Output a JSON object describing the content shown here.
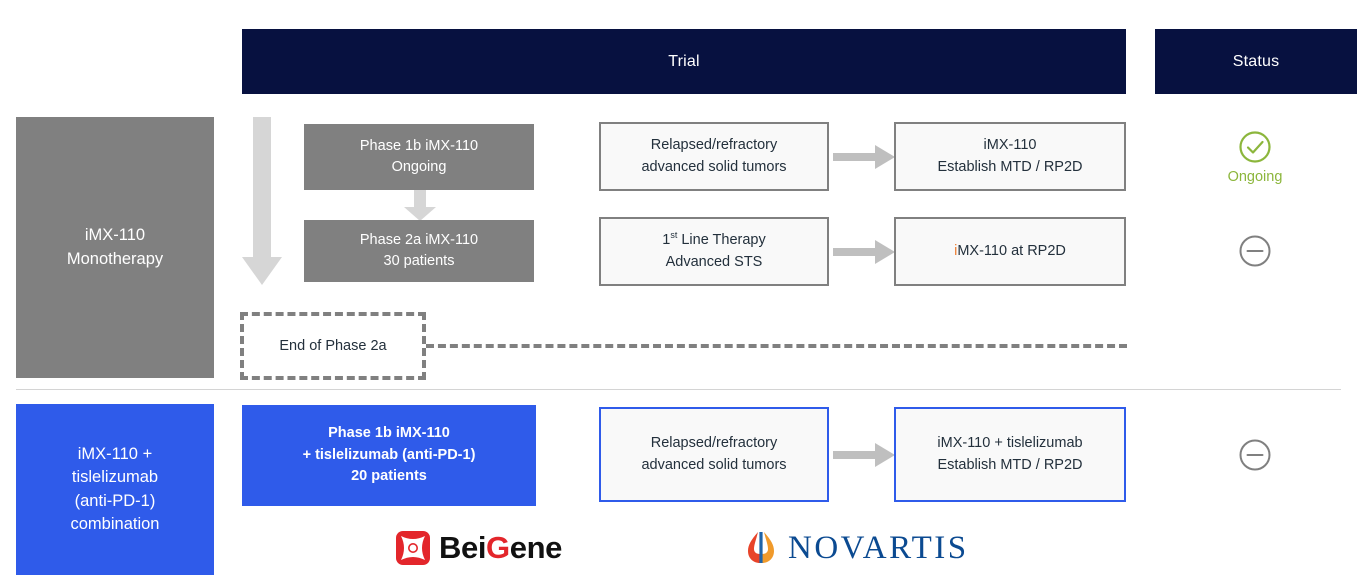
{
  "headers": {
    "trial": "Trial",
    "status": "Status"
  },
  "colors": {
    "header_navy": "#071140",
    "mono_gray": "#808080",
    "combo_blue": "#2F5BEA",
    "accent_orange": "#ED7D31",
    "status_green": "#8CB63C",
    "arrow_gray": "#BFBFBF",
    "box_border_gray": "#808080",
    "divider": "#D4D4D4"
  },
  "rows": [
    {
      "program_label_lines": [
        "iMX-110",
        "Monotherapy"
      ],
      "phases": [
        {
          "lines": [
            "Phase 1b iMX-110",
            "Ongoing"
          ]
        },
        {
          "lines": [
            "Phase 2a iMX-110",
            "30 patients"
          ]
        }
      ],
      "trials": [
        {
          "population_lines": [
            "Relapsed/refractory",
            "advanced solid tumors"
          ],
          "objective_lines": [
            "iMX-110",
            "Establish MTD / RP2D"
          ],
          "status": {
            "icon": "check-circle-icon",
            "label": "Ongoing"
          }
        },
        {
          "population_lines": [
            "1st Line Therapy",
            "Advanced STS"
          ],
          "objective_lines": [
            "iMX-110 at RP2D"
          ],
          "status": {
            "icon": "minus-circle-icon",
            "label": ""
          }
        }
      ],
      "milestone": "End of Phase 2a"
    },
    {
      "program_label_lines": [
        "iMX-110 +",
        "tislelizumab",
        "(anti-PD-1)",
        "combination"
      ],
      "phases": [
        {
          "lines": [
            "Phase 1b iMX-110",
            "+ tislelizumab (anti-PD-1)",
            "20 patients"
          ]
        }
      ],
      "trials": [
        {
          "population_lines": [
            "Relapsed/refractory",
            "advanced solid tumors"
          ],
          "objective_lines": [
            "iMX-110 + tislelizumab",
            "Establish MTD / RP2D"
          ],
          "status": {
            "icon": "minus-circle-icon",
            "label": ""
          }
        }
      ]
    }
  ],
  "partners": [
    {
      "name": "BeiGene",
      "word_head": "Bei",
      "word_g": "G",
      "word_tail": "ene"
    },
    {
      "name": "NOVARTIS",
      "word": "NOVARTIS"
    }
  ]
}
